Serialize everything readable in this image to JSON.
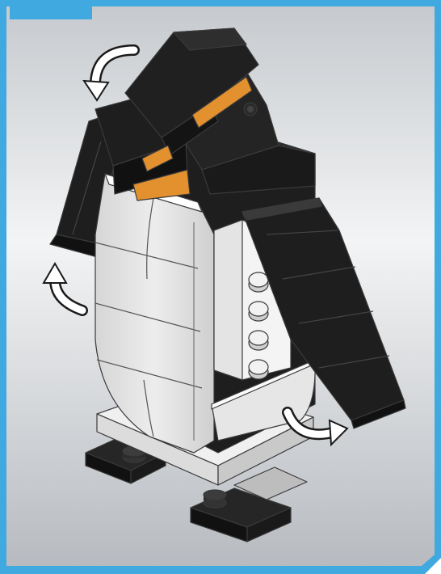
{
  "panel": {
    "frame_color": "#3fa9e0",
    "background_top": "#c9cdd1",
    "background_mid": "#f4f5f6",
    "background_bottom": "#b9bdc2",
    "tab_color": "#3fa9e0"
  },
  "model": {
    "colors": {
      "black": "#1e1e1e",
      "black_edge": "#3a3a3a",
      "white": "#e8e8e8",
      "white_shade": "#cfcfcf",
      "orange": "#e3902f",
      "gray": "#9a9a9a"
    },
    "studs_visible": 4
  },
  "arrows": {
    "color": "#ffffff",
    "outline": "#1a1a1a",
    "items": [
      "rotate-head-arrow",
      "rotate-left-wing-arrow",
      "rotate-right-wing-arrow"
    ]
  }
}
